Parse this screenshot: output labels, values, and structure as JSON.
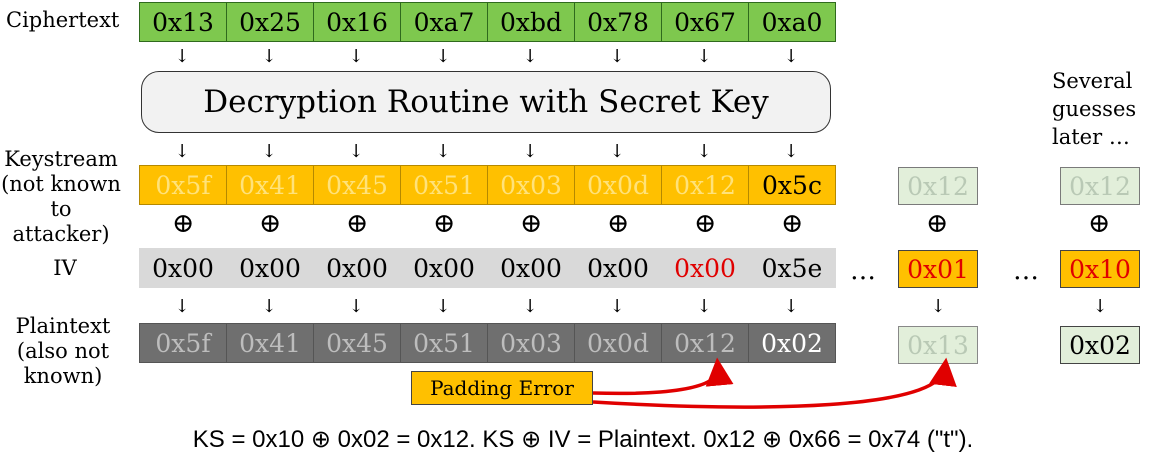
{
  "labels": {
    "ciphertext": "Ciphertext",
    "keystream": [
      "Keystream",
      "(not known",
      "to attacker)"
    ],
    "iv": "IV",
    "plaintext": [
      "Plaintext",
      "(also not",
      "known)"
    ]
  },
  "ciphertext": [
    "0x13",
    "0x25",
    "0x16",
    "0xa7",
    "0xbd",
    "0x78",
    "0x67",
    "0xa0"
  ],
  "routine_label": "Decryption Routine with Secret Key",
  "keystream": [
    "0x5f",
    "0x41",
    "0x45",
    "0x51",
    "0x03",
    "0x0d",
    "0x12",
    "0x5c"
  ],
  "xor_symbol": "⊕",
  "iv": [
    "0x00",
    "0x00",
    "0x00",
    "0x00",
    "0x00",
    "0x00",
    "0x00",
    "0x5e"
  ],
  "plaintext": [
    "0x5f",
    "0x41",
    "0x45",
    "0x51",
    "0x03",
    "0x0d",
    "0x12",
    "0x02"
  ],
  "ellipsis": "…",
  "guess1": {
    "keystream": "0x12",
    "iv": "0x01",
    "plaintext": "0x13"
  },
  "guess2": {
    "keystream": "0x12",
    "iv": "0x10",
    "plaintext": "0x02"
  },
  "later_note": [
    "Several",
    "guesses",
    "later …"
  ],
  "padding_error": "Padding Error",
  "caption": "KS = 0x10 ⊕ 0x02 = 0x12. KS ⊕ IV = Plaintext. 0x12 ⊕ 0x66 = 0x74 (\"t\").",
  "colors": {
    "ciphertext": "#7ec84e",
    "keystream": "#ffc000",
    "iv": "#d9d9d9",
    "plaintext": "#6f6f6f",
    "guess_box": "#e2efda",
    "error_text": "#e00000",
    "error_arrow": "#e00000"
  }
}
